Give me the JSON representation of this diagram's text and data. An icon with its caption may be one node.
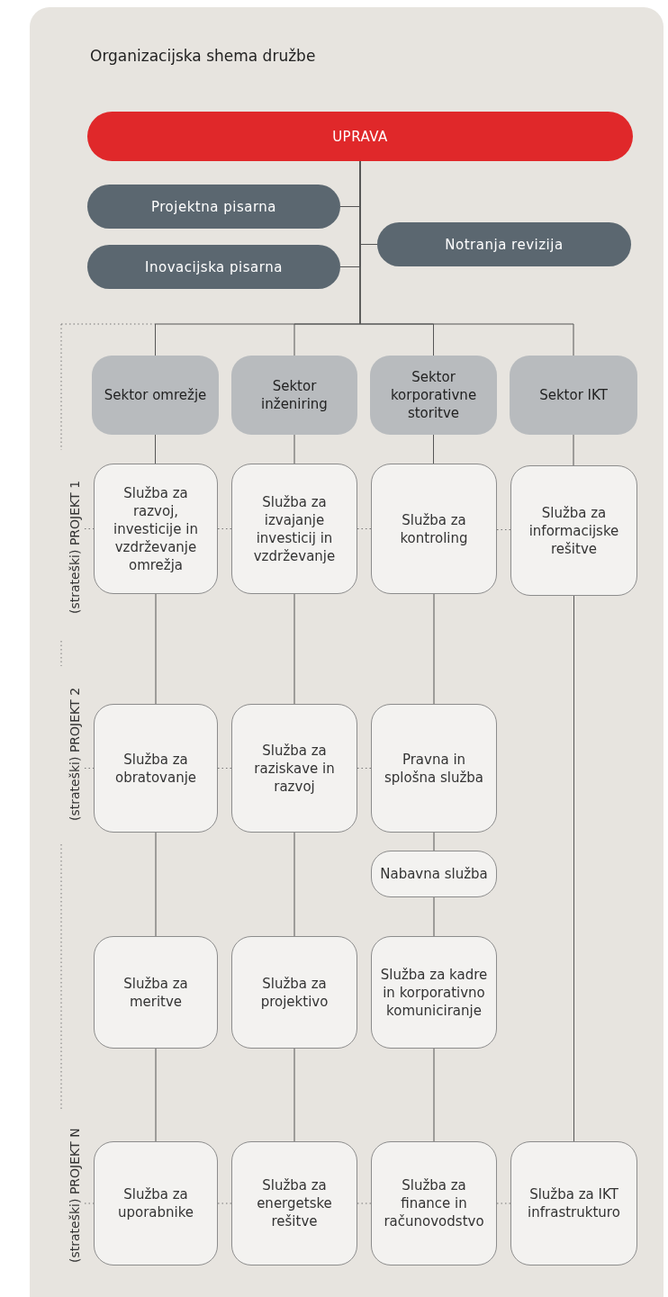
{
  "diagram": {
    "title": "Organizacijska shema družbe",
    "nodes": [
      {
        "text": [
          "UPRAVA"
        ]
      },
      {
        "text": [
          "Projektna pisarna"
        ]
      },
      {
        "text": [
          "Inovacijska pisarna"
        ]
      },
      {
        "text": [
          "Notranja revizija"
        ]
      },
      {
        "text": [
          "Sektor omrežje"
        ]
      },
      {
        "text": [
          "Sektor inženiring"
        ]
      },
      {
        "text": [
          "Sektor korporativne storitve"
        ]
      },
      {
        "text": [
          "Sektor IKT"
        ]
      },
      {
        "text": [
          "Služba za razvoj, investicije in vzdrževanje omrežja"
        ]
      },
      {
        "text": [
          "Služba za izvajanje investicij in vzdrževanje"
        ]
      },
      {
        "text": [
          "Služba za kontroling"
        ]
      },
      {
        "text": [
          "Služba za informacijske rešitve"
        ]
      },
      {
        "text": [
          "Služba za obratovanje"
        ]
      },
      {
        "text": [
          "Služba za raziskave in razvoj"
        ]
      },
      {
        "text": [
          "Pravna in splošna služba"
        ]
      },
      {
        "text": [
          "Nabavna služba"
        ]
      },
      {
        "text": [
          "Služba za meritve"
        ]
      },
      {
        "text": [
          "Služba za projektivo"
        ]
      },
      {
        "text": [
          "Služba za kadre in korporativno komuniciranje"
        ]
      },
      {
        "text": [
          "Služba za uporabnike"
        ]
      },
      {
        "text": [
          "Služba za energetske rešitve"
        ]
      },
      {
        "text": [
          "Služba za finance in računovodstvo"
        ]
      },
      {
        "text": [
          "Služba za IKT infrastrukturo"
        ]
      },
      {
        "text": [
          "(strateški) PROJEKT 1"
        ]
      },
      {
        "text": [
          "(strateški) PROJEKT 2"
        ]
      },
      {
        "text": [
          "(strateški) PROJEKT N"
        ]
      }
    ],
    "edges": [
      {
        "from": 0,
        "to": 1,
        "arrow": "none"
      },
      {
        "from": 0,
        "to": 2,
        "arrow": "none"
      },
      {
        "from": 0,
        "to": 3,
        "arrow": "none"
      },
      {
        "from": 0,
        "to": 4,
        "arrow": "none"
      },
      {
        "from": 0,
        "to": 5,
        "arrow": "none"
      },
      {
        "from": 0,
        "to": 6,
        "arrow": "none"
      },
      {
        "from": 0,
        "to": 7,
        "arrow": "none"
      },
      {
        "from": 4,
        "to": 8,
        "arrow": "none"
      },
      {
        "from": 8,
        "to": 12,
        "arrow": "none"
      },
      {
        "from": 12,
        "to": 16,
        "arrow": "none"
      },
      {
        "from": 16,
        "to": 19,
        "arrow": "none"
      },
      {
        "from": 5,
        "to": 9,
        "arrow": "none"
      },
      {
        "from": 9,
        "to": 13,
        "arrow": "none"
      },
      {
        "from": 13,
        "to": 17,
        "arrow": "none"
      },
      {
        "from": 17,
        "to": 20,
        "arrow": "none"
      },
      {
        "from": 6,
        "to": 10,
        "arrow": "none"
      },
      {
        "from": 10,
        "to": 14,
        "arrow": "none"
      },
      {
        "from": 14,
        "to": 15,
        "arrow": "none"
      },
      {
        "from": 15,
        "to": 18,
        "arrow": "none"
      },
      {
        "from": 18,
        "to": 21,
        "arrow": "none"
      },
      {
        "from": 7,
        "to": 11,
        "arrow": "none"
      },
      {
        "from": 11,
        "to": 22,
        "arrow": "none"
      },
      {
        "from": 23,
        "to": 8,
        "arrow": "none",
        "style": "dashed"
      },
      {
        "from": 8,
        "to": 9,
        "arrow": "none",
        "style": "dashed"
      },
      {
        "from": 9,
        "to": 10,
        "arrow": "none",
        "style": "dashed"
      },
      {
        "from": 10,
        "to": 11,
        "arrow": "none",
        "style": "dashed"
      },
      {
        "from": 24,
        "to": 12,
        "arrow": "none",
        "style": "dashed"
      },
      {
        "from": 12,
        "to": 13,
        "arrow": "none",
        "style": "dashed"
      },
      {
        "from": 13,
        "to": 14,
        "arrow": "none",
        "style": "dashed"
      },
      {
        "from": 25,
        "to": 19,
        "arrow": "none",
        "style": "dashed"
      },
      {
        "from": 19,
        "to": 20,
        "arrow": "none",
        "style": "dashed"
      },
      {
        "from": 20,
        "to": 21,
        "arrow": "none",
        "style": "dashed"
      },
      {
        "from": 21,
        "to": 22,
        "arrow": "none",
        "style": "dashed"
      }
    ]
  }
}
